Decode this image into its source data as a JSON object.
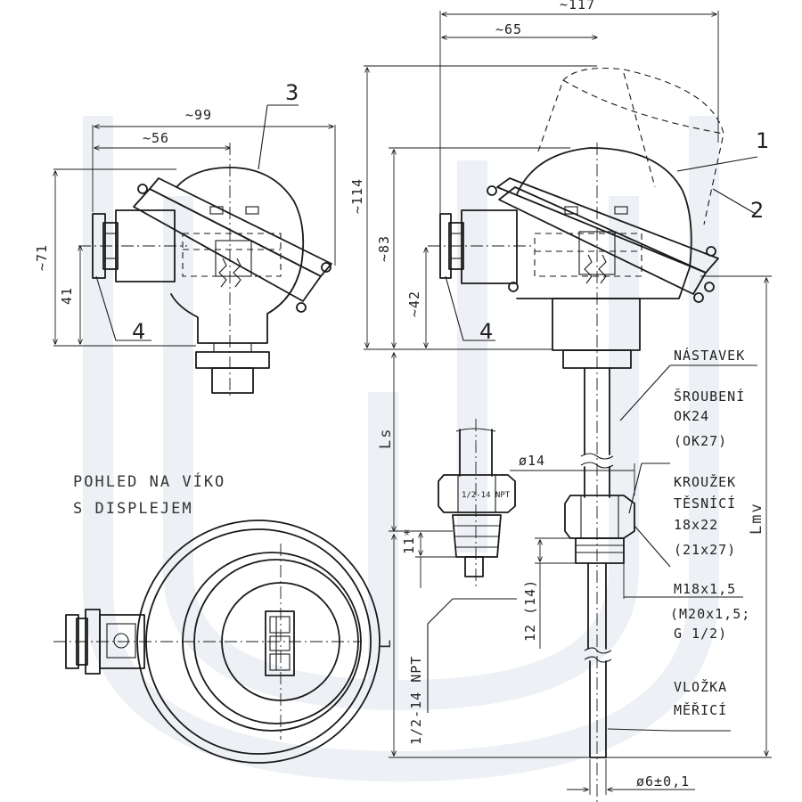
{
  "dimensions": {
    "d117": "~117",
    "d65": "~65",
    "d99": "~99",
    "d56": "~56",
    "d114": "~114",
    "d83": "~83",
    "d71": "~71",
    "d41": "41",
    "d42": "~42",
    "ls": "Ls",
    "l": "L",
    "lmv": "Lmv",
    "d14": "ø14",
    "d11": "11*",
    "d12": "12 (14)",
    "d6": "ø6±0,1",
    "npt": "1/2-14 NPT",
    "npt_mark": "1/2-14 NPT"
  },
  "callouts": {
    "c1": "1",
    "c2": "2",
    "c3": "3",
    "c4a": "4",
    "c4b": "4"
  },
  "labels": {
    "view_title_1": "POHLED NA VÍKO",
    "view_title_2": "S DISPLEJEM",
    "nastavek": "NÁSTAVEK",
    "sroubeni_1": "ŠROUBENÍ",
    "sroubeni_2": "OK24",
    "sroubeni_3": "(OK27)",
    "krouzek_1": "KROUŽEK",
    "krouzek_2": "TĚSNÍCÍ",
    "krouzek_3": "18x22",
    "krouzek_4": "(21x27)",
    "thread_1": "M18x1,5",
    "thread_2": "(M20x1,5;",
    "thread_3": "G 1/2)",
    "vlozka_1": "VLOŽKA",
    "vlozka_2": "MĚŘICÍ"
  }
}
